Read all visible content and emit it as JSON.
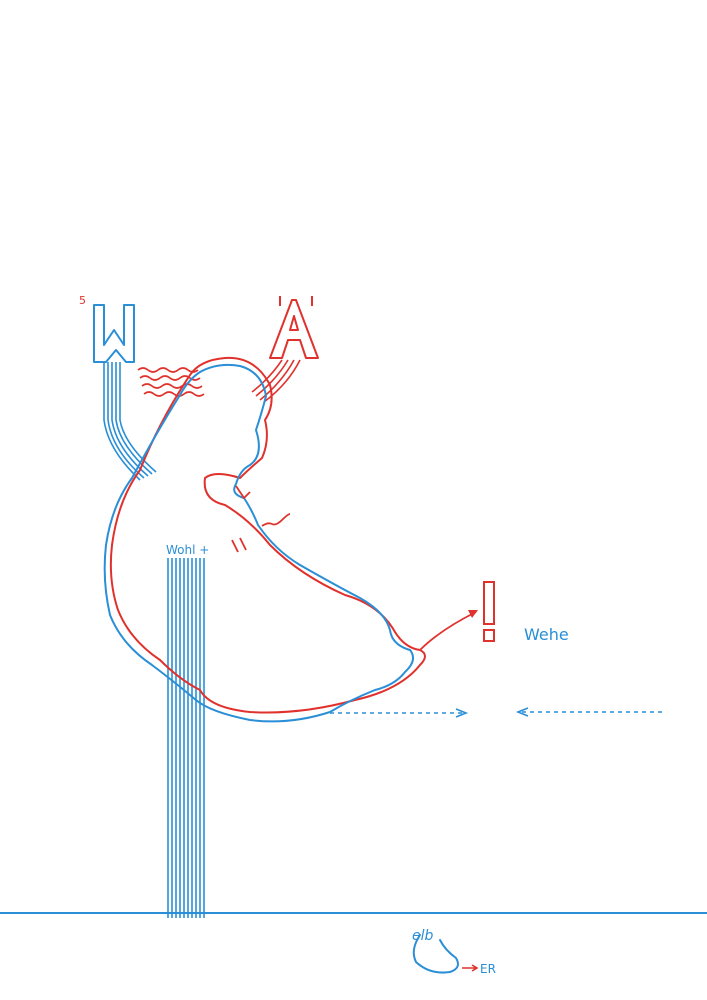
{
  "drawing": {
    "number_mark": "5",
    "letter_left": "W",
    "letter_right": "Ä",
    "exclamation": "!",
    "word_wehe": "Wehe",
    "word_wohl": "Wohl +",
    "signature": "elb",
    "signature_note": "ER"
  },
  "colors": {
    "paper": "#ffffff",
    "red": "#e0322d",
    "blue": "#2a8fd6",
    "ground": "#2a8fd6"
  }
}
